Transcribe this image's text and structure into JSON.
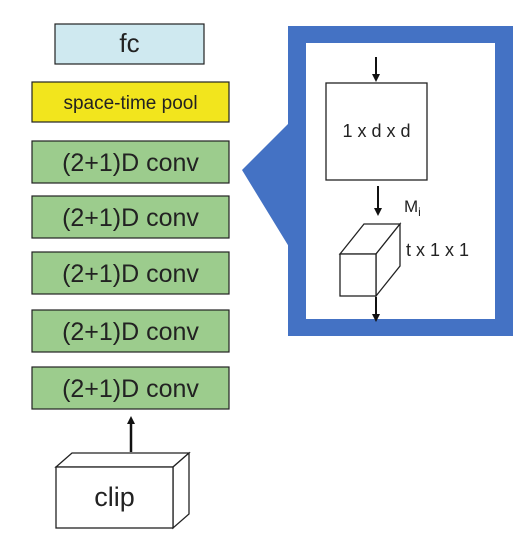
{
  "layers": {
    "fc": "fc",
    "pool": "space-time pool",
    "conv": [
      "(2+1)D conv",
      "(2+1)D conv",
      "(2+1)D conv",
      "(2+1)D conv",
      "(2+1)D conv"
    ],
    "input": "clip"
  },
  "detail": {
    "spatial_filter": "1 x d x d",
    "channels": "M",
    "channels_subscript": "i",
    "temporal_filter": "t x 1 x 1"
  },
  "colors": {
    "fc": "#cfe9f0",
    "pool": "#f2e51d",
    "conv": "#9ccc8d",
    "callout": "#4472c4"
  }
}
